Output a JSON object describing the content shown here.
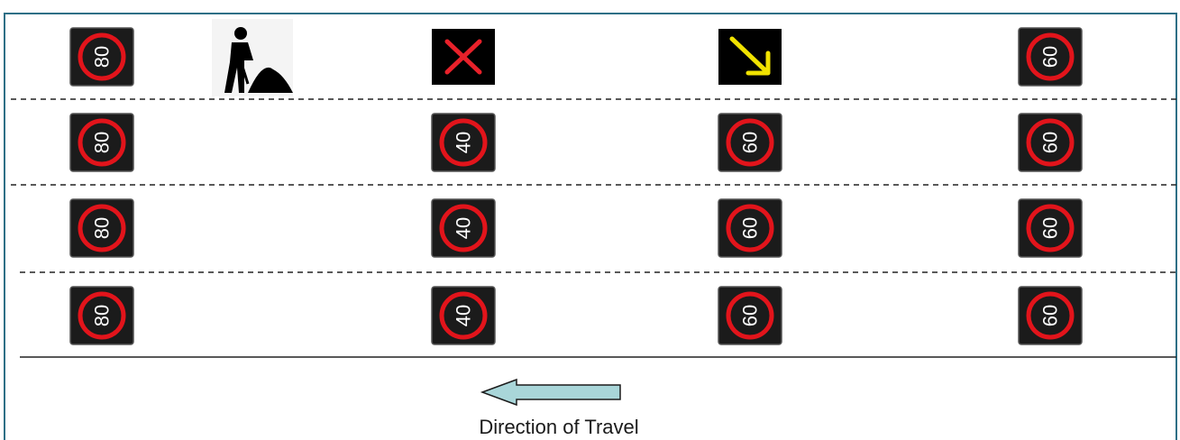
{
  "diagram": {
    "caption": "Direction of Travel",
    "direction": "left",
    "colors": {
      "frame": "#2e6f86",
      "sign_bg": "#1b1b1b",
      "ring": "#e2141b",
      "sign_text": "#ffffff",
      "closed_cross": "#e8212a",
      "merge_arrow": "#f0e200",
      "arrow_fill": "#a9d6d9",
      "arrow_stroke": "#1c1c1c"
    },
    "columns": [
      {
        "lanes": [
          {
            "type": "speed",
            "value": "80"
          },
          {
            "type": "speed",
            "value": "80"
          },
          {
            "type": "speed",
            "value": "80"
          },
          {
            "type": "speed",
            "value": "80"
          }
        ]
      },
      {
        "lanes": [
          {
            "type": "roadworks-icon"
          },
          {
            "type": "none"
          },
          {
            "type": "none"
          },
          {
            "type": "none"
          }
        ]
      },
      {
        "lanes": [
          {
            "type": "lane-closed-icon"
          },
          {
            "type": "speed",
            "value": "40"
          },
          {
            "type": "speed",
            "value": "40"
          },
          {
            "type": "speed",
            "value": "40"
          }
        ]
      },
      {
        "lanes": [
          {
            "type": "merge-arrow-icon"
          },
          {
            "type": "speed",
            "value": "60"
          },
          {
            "type": "speed",
            "value": "60"
          },
          {
            "type": "speed",
            "value": "60"
          }
        ]
      },
      {
        "lanes": [
          {
            "type": "speed",
            "value": "60"
          },
          {
            "type": "speed",
            "value": "60"
          },
          {
            "type": "speed",
            "value": "60"
          },
          {
            "type": "speed",
            "value": "60"
          }
        ]
      }
    ]
  }
}
